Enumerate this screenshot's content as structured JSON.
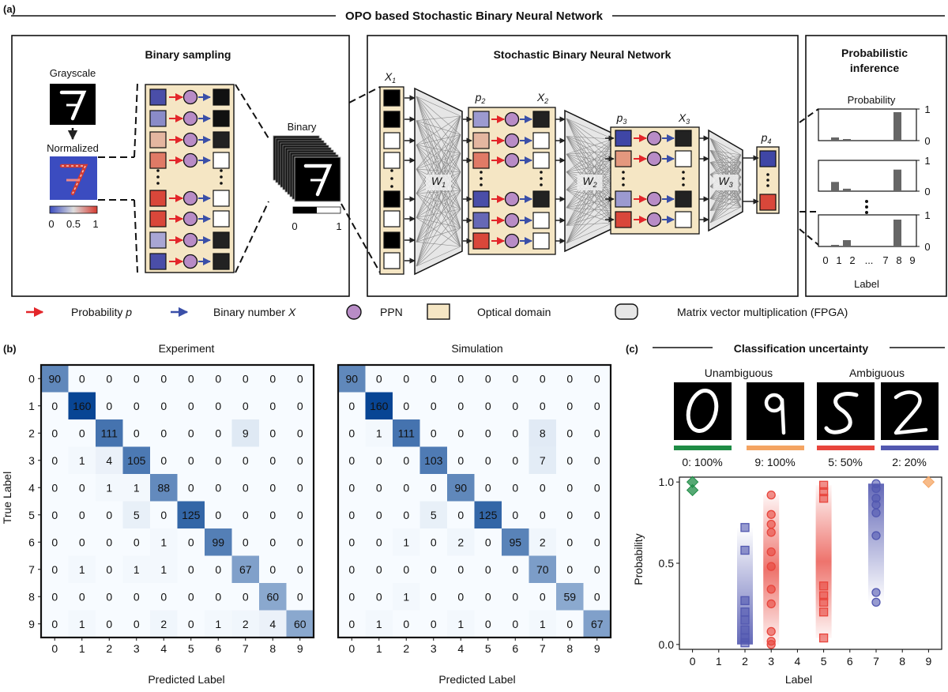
{
  "panel_a": {
    "letter": "(a)",
    "title": "OPO based Stochastic Binary Neural Network",
    "sampling": {
      "title": "Binary sampling",
      "grayscale_label": "Grayscale",
      "normalized_label": "Normalized",
      "colorbar_ticks": [
        "0",
        "0.5",
        "1"
      ],
      "binary_label": "Binary",
      "binary_ticks": [
        "0",
        "1"
      ]
    },
    "network": {
      "title": "Stochastic Binary Neural Network",
      "weight_labels": [
        "W",
        "W",
        "W"
      ],
      "weight_subs": [
        "1",
        "2",
        "3"
      ],
      "x_labels": [
        "X",
        "X",
        "X"
      ],
      "x_subs": [
        "1",
        "2",
        "3"
      ],
      "p_labels": [
        "p",
        "p",
        "p"
      ],
      "p_subs": [
        "2",
        "3",
        "4"
      ]
    },
    "inference": {
      "title_line1": "Probabilistic",
      "title_line2": "inference",
      "probability_label": "Probability",
      "label_axis": "Label",
      "x_ticks": [
        "0",
        "1",
        "2",
        "...",
        "7",
        "8",
        "9"
      ],
      "y_ticks": [
        "1",
        "0"
      ],
      "bar_values": [
        [
          0.1,
          0.05,
          0.9
        ],
        [
          0.3,
          0.08,
          0.7
        ],
        [
          0.05,
          0.2,
          0.85
        ]
      ]
    },
    "legend": {
      "probability": "Probability",
      "probability_var": "p",
      "binary": "Binary number",
      "binary_var": "X",
      "ppn": "PPN",
      "optical": "Optical domain",
      "mvm": "Matrix vector multiplication (FPGA)"
    },
    "colors": {
      "optical_fill": "#f5e6c4",
      "ppn_fill": "#b88cc6",
      "red_arrow": "#e3262a",
      "blue_arrow": "#3a4fa8"
    }
  },
  "panel_b": {
    "letter": "(b)",
    "experiment_title": "Experiment",
    "simulation_title": "Simulation",
    "ylabel": "True Label",
    "xlabel": "Predicted Label",
    "ticks": [
      "0",
      "1",
      "2",
      "3",
      "4",
      "5",
      "6",
      "7",
      "8",
      "9"
    ],
    "experiment": [
      [
        90,
        0,
        0,
        0,
        0,
        0,
        0,
        0,
        0,
        0
      ],
      [
        0,
        160,
        0,
        0,
        0,
        0,
        0,
        0,
        0,
        0
      ],
      [
        0,
        0,
        111,
        0,
        0,
        0,
        0,
        9,
        0,
        0
      ],
      [
        0,
        1,
        4,
        105,
        0,
        0,
        0,
        0,
        0,
        0
      ],
      [
        0,
        0,
        1,
        1,
        88,
        0,
        0,
        0,
        0,
        0
      ],
      [
        0,
        0,
        0,
        5,
        0,
        125,
        0,
        0,
        0,
        0
      ],
      [
        0,
        0,
        0,
        0,
        1,
        0,
        99,
        0,
        0,
        0
      ],
      [
        0,
        1,
        0,
        1,
        1,
        0,
        0,
        67,
        0,
        0
      ],
      [
        0,
        0,
        0,
        0,
        0,
        0,
        0,
        0,
        60,
        0
      ],
      [
        0,
        1,
        0,
        0,
        2,
        0,
        1,
        2,
        4,
        60
      ]
    ],
    "simulation": [
      [
        90,
        0,
        0,
        0,
        0,
        0,
        0,
        0,
        0,
        0
      ],
      [
        0,
        160,
        0,
        0,
        0,
        0,
        0,
        0,
        0,
        0
      ],
      [
        0,
        1,
        111,
        0,
        0,
        0,
        0,
        8,
        0,
        0
      ],
      [
        0,
        0,
        0,
        103,
        0,
        0,
        0,
        7,
        0,
        0
      ],
      [
        0,
        0,
        0,
        0,
        90,
        0,
        0,
        0,
        0,
        0
      ],
      [
        0,
        0,
        0,
        5,
        0,
        125,
        0,
        0,
        0,
        0
      ],
      [
        0,
        0,
        1,
        0,
        2,
        0,
        95,
        2,
        0,
        0
      ],
      [
        0,
        0,
        0,
        0,
        0,
        0,
        0,
        70,
        0,
        0
      ],
      [
        0,
        0,
        1,
        0,
        0,
        0,
        0,
        0,
        59,
        0
      ],
      [
        0,
        1,
        0,
        0,
        1,
        0,
        0,
        1,
        0,
        67
      ]
    ]
  },
  "panel_c": {
    "letter": "(c)",
    "title": "Classification uncertainty",
    "unambiguous": "Unambiguous",
    "ambiguous": "Ambiguous",
    "digits": [
      {
        "caption": "0: 100%",
        "color": "#1e8c45"
      },
      {
        "caption": "9: 100%",
        "color": "#f4a462"
      },
      {
        "caption": "5: 50%",
        "color": "#e8453c"
      },
      {
        "caption": "2: 20%",
        "color": "#5258b0"
      }
    ],
    "ylabel": "Probability",
    "xlabel": "Label",
    "x_ticks": [
      "0",
      "1",
      "2",
      "3",
      "4",
      "5",
      "6",
      "7",
      "8",
      "9"
    ],
    "y_ticks": [
      "0.0",
      "0.5",
      "1.0"
    ]
  },
  "chart_data": [
    {
      "type": "scatter",
      "xlabel": "Label",
      "ylabel": "Probability",
      "xlim": [
        -0.5,
        9.5
      ],
      "ylim": [
        -0.03,
        1.03
      ],
      "series": [
        {
          "marker": "diamond",
          "color": "#1e8c45",
          "points": [
            [
              0,
              1.0
            ],
            [
              0,
              0.95
            ]
          ]
        },
        {
          "marker": "diamond",
          "color": "#f4a462",
          "points": [
            [
              9,
              1.0
            ]
          ]
        },
        {
          "marker": "square",
          "color": "#5258b0",
          "points": [
            [
              2,
              0.72
            ],
            [
              2,
              0.58
            ],
            [
              2,
              0.27
            ],
            [
              2,
              0.2
            ],
            [
              2,
              0.15
            ],
            [
              2,
              0.09
            ],
            [
              2,
              0.04
            ],
            [
              2,
              0.01
            ]
          ]
        },
        {
          "marker": "circle",
          "color": "#e8453c",
          "points": [
            [
              3,
              0.92
            ],
            [
              3,
              0.8
            ],
            [
              3,
              0.74
            ],
            [
              3,
              0.69
            ],
            [
              3,
              0.57
            ],
            [
              3,
              0.48
            ],
            [
              3,
              0.34
            ],
            [
              3,
              0.25
            ],
            [
              3,
              0.08
            ],
            [
              3,
              0.02
            ],
            [
              3,
              0.0
            ]
          ]
        },
        {
          "marker": "square",
          "color": "#e8453c",
          "points": [
            [
              5,
              0.98
            ],
            [
              5,
              0.94
            ],
            [
              5,
              0.9
            ],
            [
              5,
              0.36
            ],
            [
              5,
              0.3
            ],
            [
              5,
              0.26
            ],
            [
              5,
              0.2
            ],
            [
              5,
              0.04
            ]
          ]
        },
        {
          "marker": "circle",
          "color": "#5258b0",
          "points": [
            [
              7,
              0.99
            ],
            [
              7,
              0.96
            ],
            [
              7,
              0.9
            ],
            [
              7,
              0.86
            ],
            [
              7,
              0.81
            ],
            [
              7,
              0.67
            ],
            [
              7,
              0.32
            ],
            [
              7,
              0.26
            ]
          ]
        }
      ]
    }
  ]
}
